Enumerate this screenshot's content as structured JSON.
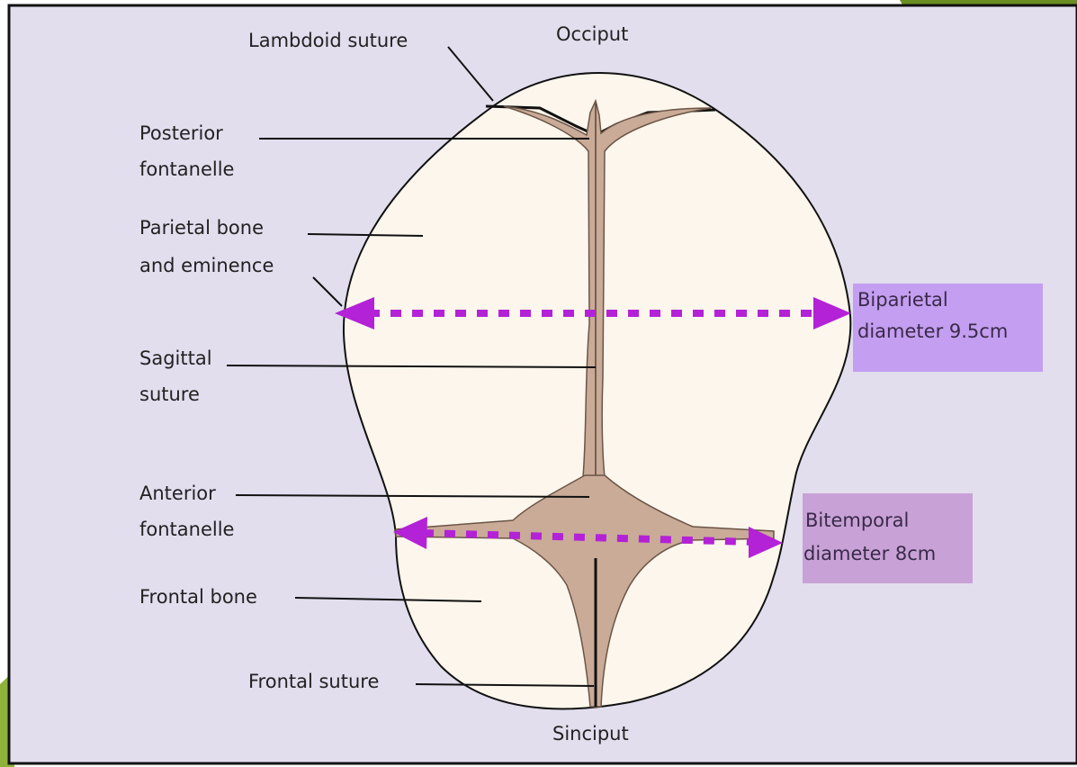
{
  "diagram": {
    "labels": {
      "lambdoid": "Lambdoid suture",
      "occiput": "Occiput",
      "posterior_1": "Posterior",
      "posterior_2": "fontanelle",
      "parietal_1": "Parietal bone",
      "parietal_2": "and eminence",
      "sagittal_1": "Sagittal",
      "sagittal_2": "suture",
      "anterior_1": "Anterior",
      "anterior_2": "fontanelle",
      "frontal_bone": "Frontal bone",
      "frontal_suture": "Frontal suture",
      "sinciput": "Sinciput",
      "biparietal_1": "Biparietal",
      "biparietal_2": "diameter 9.5cm",
      "bitemporal_1": "Bitemporal",
      "bitemporal_2": "diameter 8cm"
    },
    "colors": {
      "background": "#e2deee",
      "skull_fill": "#fdf6ec",
      "fontanelle_fill": "#c9ab98",
      "arrow": "#b322d6",
      "biparietal_box": "#c49ef0",
      "bitemporal_box": "#c8a2d6",
      "corner_accent": "#6b8e23"
    }
  }
}
